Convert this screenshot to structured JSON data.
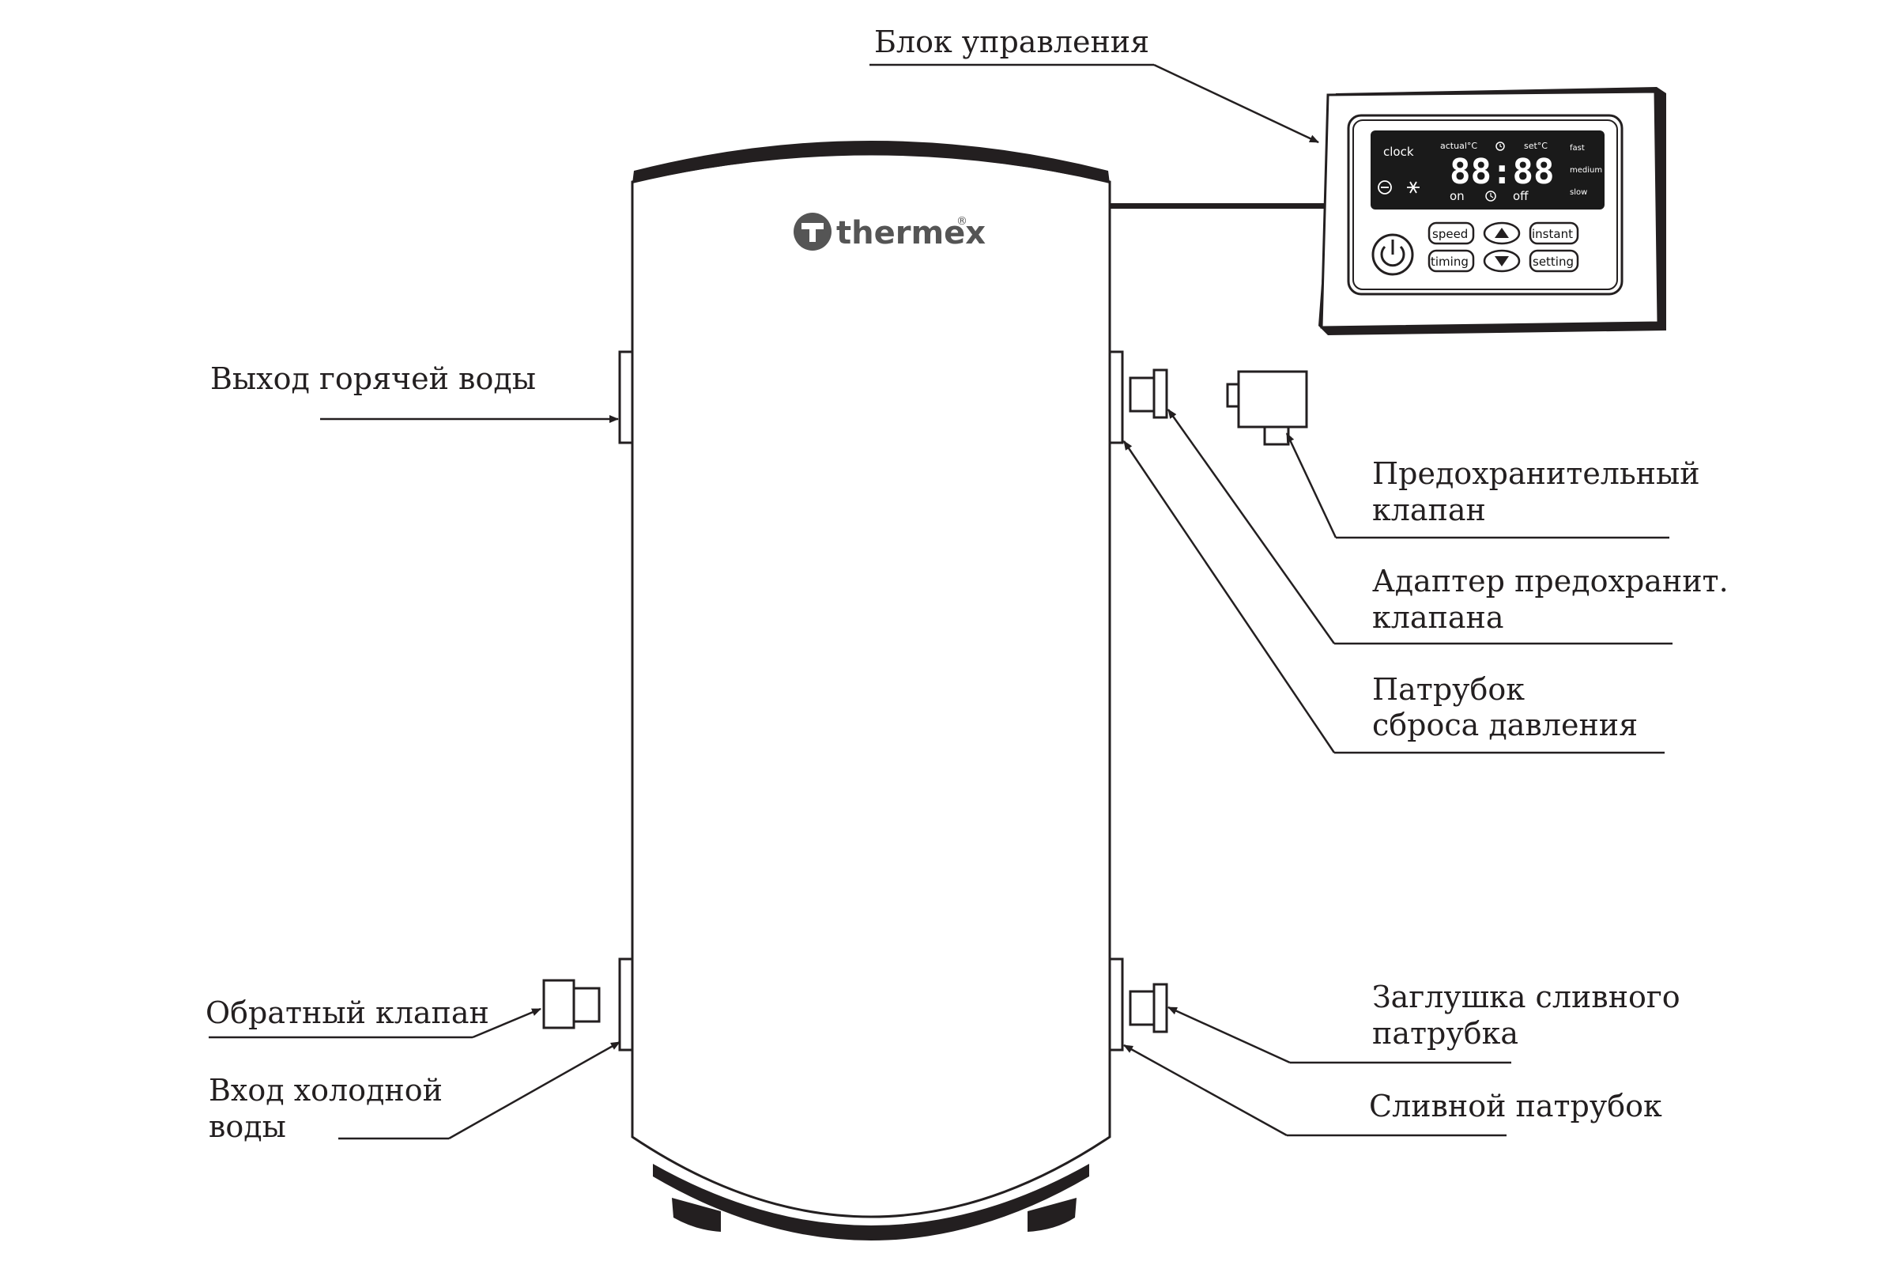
{
  "labels": {
    "control_unit": "Блок управления",
    "hot_water_outlet": "Выход горячей воды",
    "safety_valve": [
      "Предохранительный",
      "клапан"
    ],
    "safety_valve_adapter": [
      "Адаптер предохранит.",
      "клапана"
    ],
    "pressure_relief_pipe": [
      "Патрубок",
      "сброса давления"
    ],
    "check_valve": "Обратный клапан",
    "cold_water_inlet": [
      "Вход холодной",
      "воды"
    ],
    "drain_plug": [
      "Заглушка сливного",
      "патрубка"
    ],
    "drain_pipe": "Сливной патрубок"
  },
  "brand": {
    "name": "thermex",
    "registered_mark": "®"
  },
  "control_panel": {
    "indicators": {
      "clock": "clock",
      "actual": "actual°C",
      "set": "set°C",
      "fast": "fast",
      "medium": "medium",
      "slow": "slow",
      "on": "on",
      "off": "off"
    },
    "display_digits": "88:88",
    "buttons": {
      "speed": "speed",
      "timing": "timing",
      "instant": "instant",
      "setting": "setting"
    }
  },
  "colors": {
    "line": "#231f20",
    "panel_screen": "#1a1a1a",
    "background": "#ffffff"
  },
  "icons": [
    "power-icon",
    "arrow-up-icon",
    "arrow-down-icon",
    "clock-icon",
    "minus-circle-icon",
    "heater-icon",
    "timer-icon",
    "brand-logo-icon"
  ]
}
